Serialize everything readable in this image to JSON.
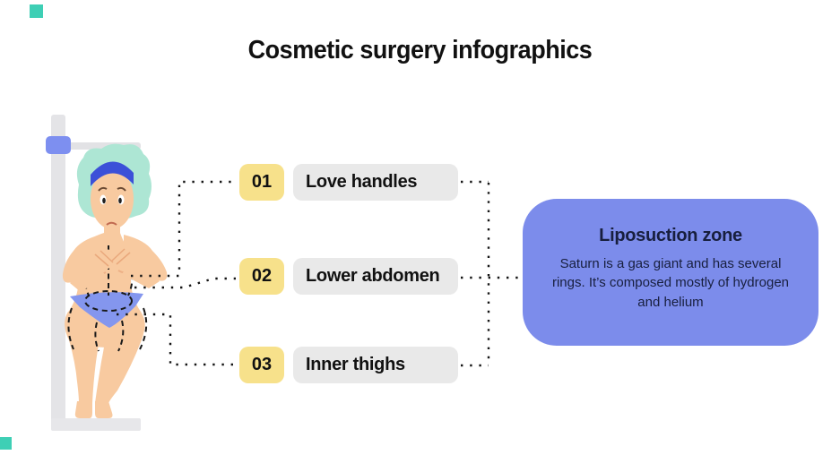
{
  "title": "Cosmetic surgery infographics",
  "items": [
    {
      "number": "01",
      "label": "Love handles"
    },
    {
      "number": "02",
      "label": "Lower abdomen"
    },
    {
      "number": "03",
      "label": "Inner thighs"
    }
  ],
  "card": {
    "title": "Liposuction zone",
    "body": "Saturn is a gas giant and has several rings. It’s composed mostly of hydrogen and helium"
  },
  "colors": {
    "yellow": "#f7e18b",
    "gray": "#e9e9e9",
    "blue": "#7c8ceb",
    "navy": "#181f3e",
    "teal": "#3ecfb5",
    "dot": "#151515",
    "skin": "#f8caa0",
    "cap_mint": "#ade6d4",
    "band_blue": "#3c50d8",
    "underwear_blue": "#8496ee",
    "equipment_gray": "#e4e4e7"
  }
}
